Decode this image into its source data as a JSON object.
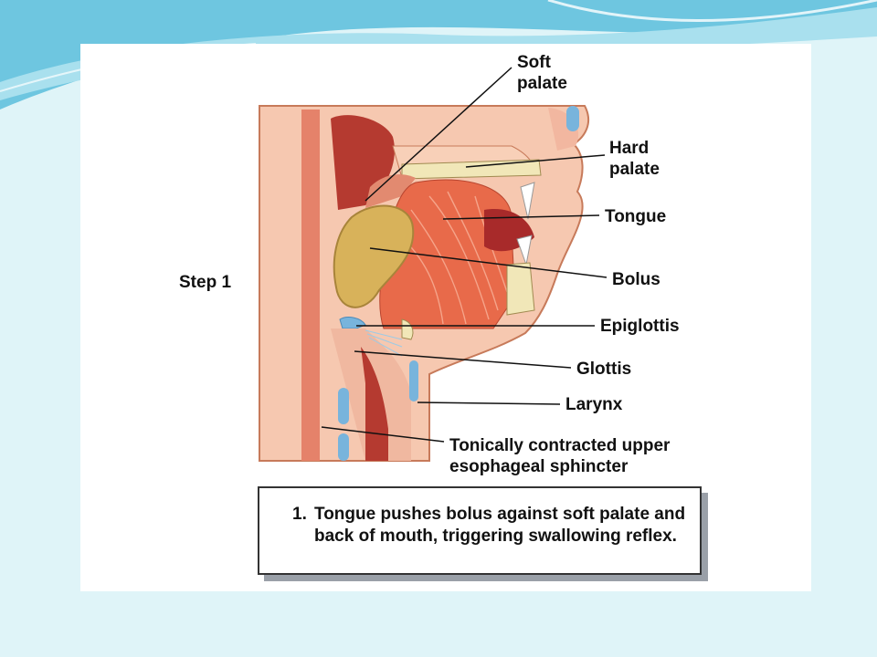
{
  "step_label": "Step 1",
  "labels": {
    "soft_palate": [
      "Soft",
      "palate"
    ],
    "hard_palate": [
      "Hard",
      "palate"
    ],
    "tongue": "Tongue",
    "bolus": "Bolus",
    "epiglottis": "Epiglottis",
    "glottis": "Glottis",
    "larynx": "Larynx",
    "sphincter": [
      "Tonically contracted upper",
      "esophageal sphincter"
    ]
  },
  "caption": {
    "number": "1.",
    "text": "Tongue pushes bolus against soft palate and back of mouth, triggering swallowing reflex."
  },
  "colors": {
    "background": "#dff4f8",
    "wave_dark": "#6ec6e0",
    "wave_light": "#a9e0ee",
    "tissue": "#f6c8b0",
    "muscle": "#e86a4a",
    "bolus": "#d8b25a",
    "cavity": "#a82a2a",
    "cartilage": "#78b4dc",
    "bone": "#f1e7b8"
  }
}
